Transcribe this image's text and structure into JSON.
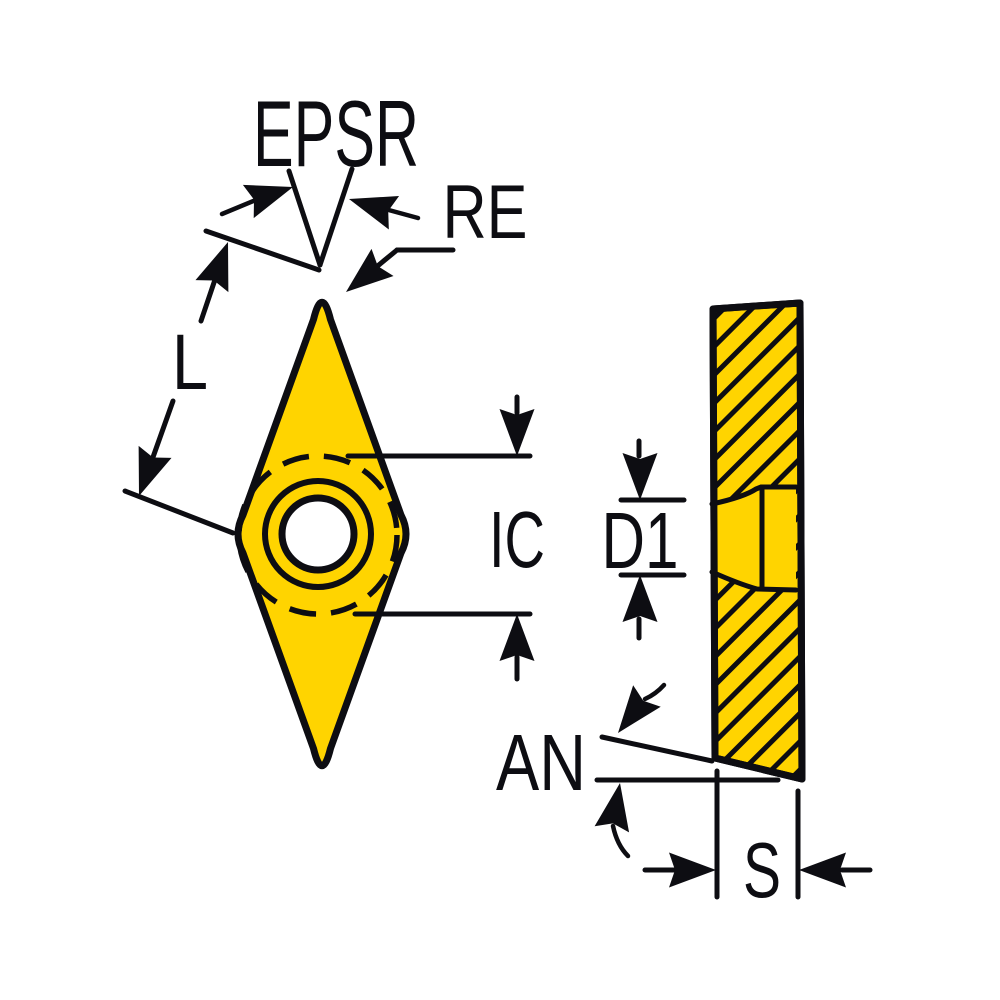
{
  "colors": {
    "insert_fill": "#FFD400",
    "line": "#0D0D12",
    "hole_fill": "#FFFFFF",
    "background": "#FFFFFF"
  },
  "front_view": {
    "labels": {
      "point_angle": "EPSR",
      "corner_radius": "RE",
      "cutting_edge_length": "L",
      "inscribed_circle": "IC"
    }
  },
  "side_view": {
    "labels": {
      "hole_diameter": "D1",
      "clearance_angle": "AN",
      "thickness": "S"
    }
  }
}
